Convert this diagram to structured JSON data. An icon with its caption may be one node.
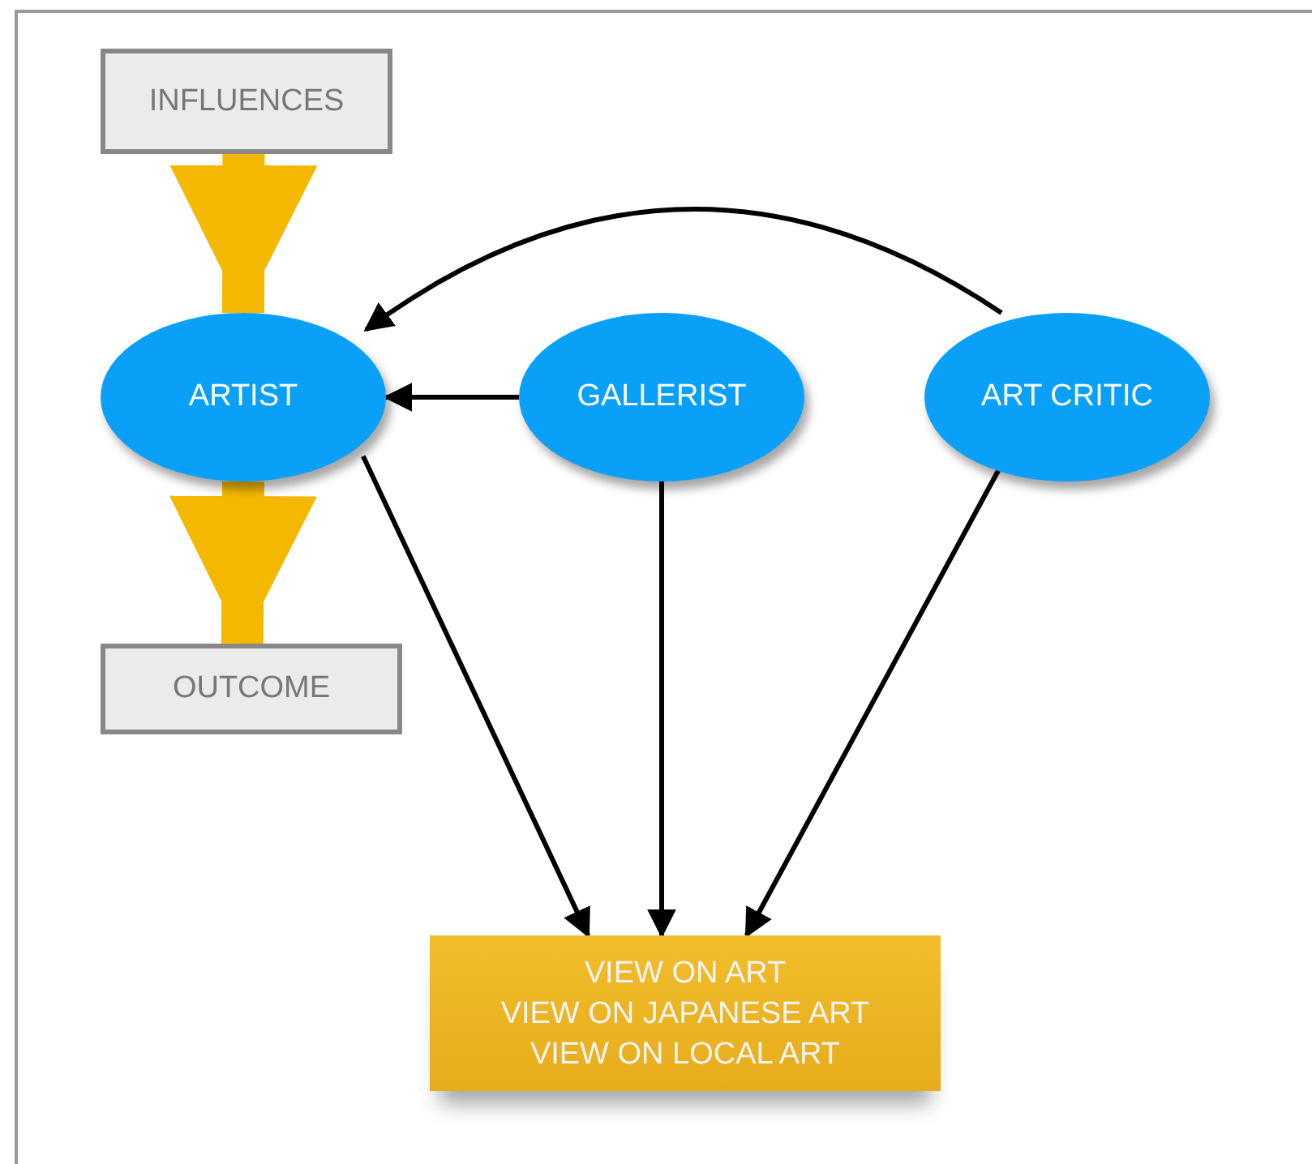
{
  "diagram": {
    "nodes": [
      {
        "text": [
          "INFLUENCES"
        ]
      },
      {
        "text": [
          "ARTIST"
        ]
      },
      {
        "text": [
          "GALLERIST"
        ]
      },
      {
        "text": [
          "ART CRITIC"
        ]
      },
      {
        "text": [
          "OUTCOME"
        ]
      },
      {
        "text": [
          "VIEW ON ART",
          "VIEW ON JAPANESE ART",
          "VIEW ON LOCAL ART"
        ]
      }
    ],
    "edges": [
      {
        "from": 0,
        "to": 1,
        "arrow": "to",
        "style": "thick",
        "color": "#f5b800"
      },
      {
        "from": 1,
        "to": 4,
        "arrow": "to",
        "style": "thick",
        "color": "#f5b800"
      },
      {
        "from": 2,
        "to": 1,
        "arrow": "to"
      },
      {
        "from": 3,
        "to": 1,
        "arrow": "to"
      },
      {
        "from": 1,
        "to": 5,
        "arrow": "to"
      },
      {
        "from": 2,
        "to": 5,
        "arrow": "to"
      },
      {
        "from": 3,
        "to": 5,
        "arrow": "to"
      }
    ]
  }
}
